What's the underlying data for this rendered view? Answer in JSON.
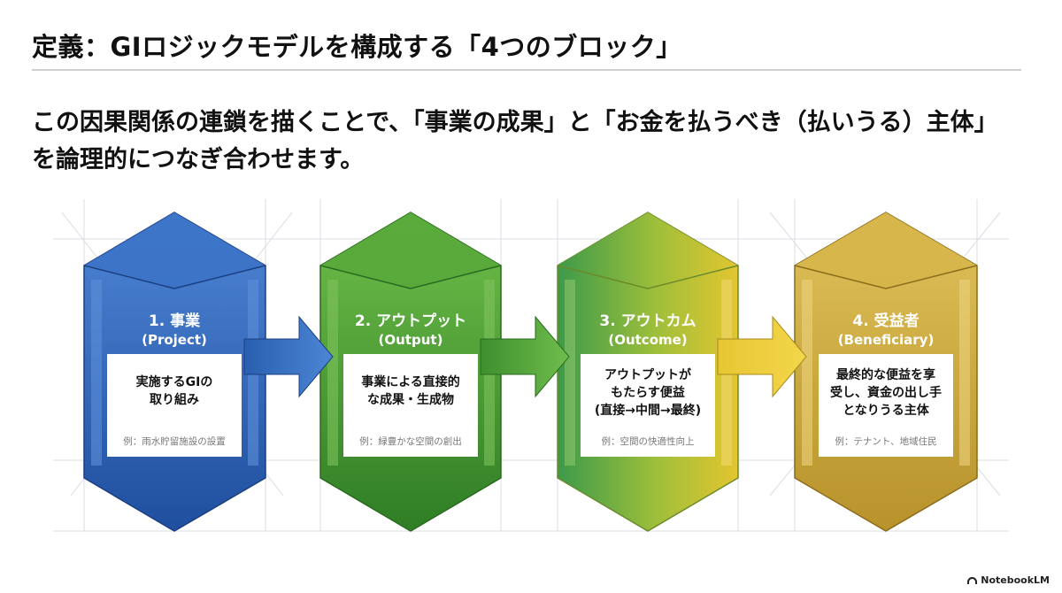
{
  "title": "定義：GIロジックモデルを構成する「4つのブロック」",
  "lead": {
    "line1": "この因果関係の連鎖を描くことで、「事業の成果」と「お金を払うべき（払いうる）主体」",
    "line2": "を論理的につなぎ合わせます。"
  },
  "blocks": [
    {
      "number_label": "1. 事業",
      "english": "(Project)",
      "desc": [
        "実施するGIの",
        "取り組み"
      ],
      "example": "例：雨水貯留施設の設置",
      "color": "#2f63b8"
    },
    {
      "number_label": "2. アウトプット",
      "english": "(Output)",
      "desc": [
        "事業による直接的",
        "な成果・生成物"
      ],
      "example": "例：緑豊かな空間の創出",
      "color": "#4a9a32"
    },
    {
      "number_label": "3. アウトカム",
      "english": "(Outcome)",
      "desc": [
        "アウトプットが",
        "もたらす便益",
        "(直接→中間→最終)"
      ],
      "example": "例：空間の快適性向上",
      "color": "#7fa83a"
    },
    {
      "number_label": "4. 受益者",
      "english": "(Beneficiary)",
      "desc": [
        "最終的な便益を享",
        "受し、資金の出し手",
        "となりうる主体"
      ],
      "example": "例：テナント、地域住民",
      "color": "#c9a53a"
    }
  ],
  "colors": {
    "blue": "#2f63b8",
    "green": "#4a9a32",
    "gold": "#c9a53a",
    "yellow": "#e2c62c"
  },
  "branding": "NotebookLM"
}
